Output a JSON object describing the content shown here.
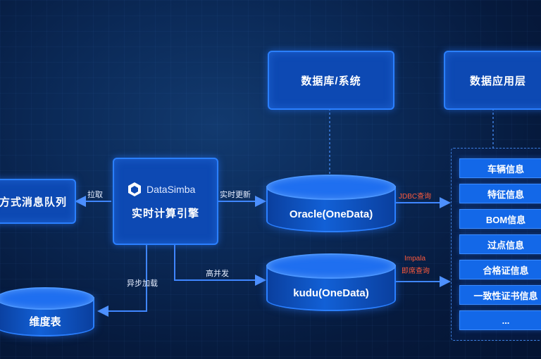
{
  "boxes": {
    "database_system": "数据库/系统",
    "data_app_layer": "数据应用层",
    "message_queue": "方式消息队列"
  },
  "engine": {
    "logo_data": "Data",
    "logo_simba": "Simba",
    "title": "实时计算引擎"
  },
  "cylinders": {
    "oracle": "Oracle(OneData)",
    "kudu": "kudu(OneData)",
    "dimension": "维度表"
  },
  "edge_labels": {
    "pull": "拉取",
    "realtime_update": "实时更新",
    "high_concurrency": "高并发",
    "async_load": "异步加载",
    "jdbc_query": "JDBC查询",
    "impala": "Impala",
    "ad_hoc_query": "即席查询"
  },
  "app_items": [
    "车辆信息",
    "特征信息",
    "BOM信息",
    "过点信息",
    "合格证信息",
    "一致性证书信息",
    "..."
  ],
  "colors": {
    "box_fill": "#0d49b3",
    "box_border": "#2a7fff",
    "item_fill": "#1368e8",
    "highlight_label": "#ff5a3c"
  }
}
